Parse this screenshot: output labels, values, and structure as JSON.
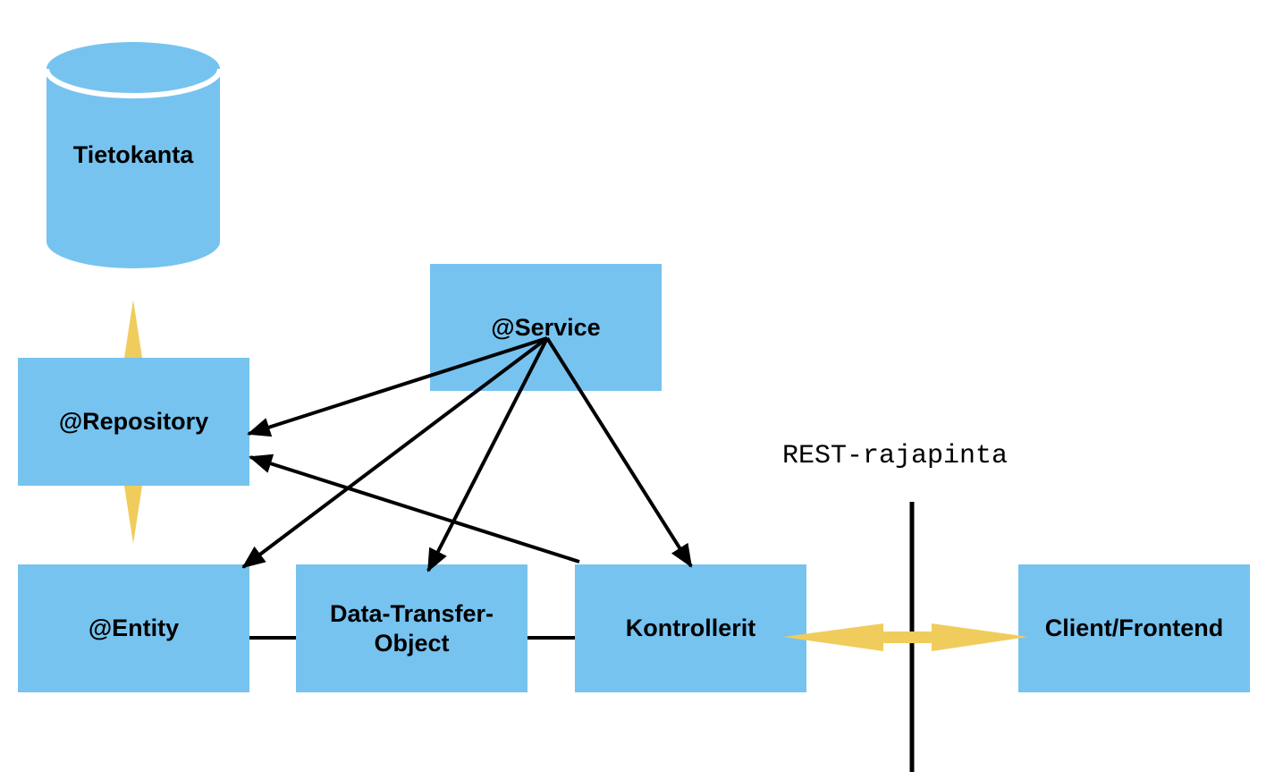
{
  "colors": {
    "box": "#76c3f0",
    "arrow_yellow": "#f0cc5c",
    "line": "#000000"
  },
  "database": {
    "label": "Tietokanta",
    "shape": "cylinder"
  },
  "nodes": {
    "repository": "@Repository",
    "service": "@Service",
    "entity": "@Entity",
    "dto": "Data-Transfer-\nObject",
    "controllers": "Kontrollerit",
    "client": "Client/Frontend"
  },
  "boundary": {
    "label": "REST-rajapinta"
  },
  "connections": [
    {
      "from": "Tietokanta",
      "to": "@Repository",
      "style": "yellow-double-arrow"
    },
    {
      "from": "@Repository",
      "to": "@Entity",
      "style": "yellow-double-arrow"
    },
    {
      "from": "@Service",
      "to": "@Repository",
      "style": "black-arrow"
    },
    {
      "from": "@Service",
      "to": "@Entity",
      "style": "black-arrow"
    },
    {
      "from": "@Service",
      "to": "Data-Transfer-Object",
      "style": "black-arrow"
    },
    {
      "from": "@Service",
      "to": "Kontrollerit",
      "style": "black-arrow"
    },
    {
      "from": "Kontrollerit",
      "to": "@Repository",
      "style": "black-arrow"
    },
    {
      "from": "@Entity",
      "to": "Data-Transfer-Object",
      "style": "line"
    },
    {
      "from": "Data-Transfer-Object",
      "to": "Kontrollerit",
      "style": "line"
    },
    {
      "from": "Kontrollerit",
      "to": "Client/Frontend",
      "style": "yellow-double-arrow"
    }
  ]
}
